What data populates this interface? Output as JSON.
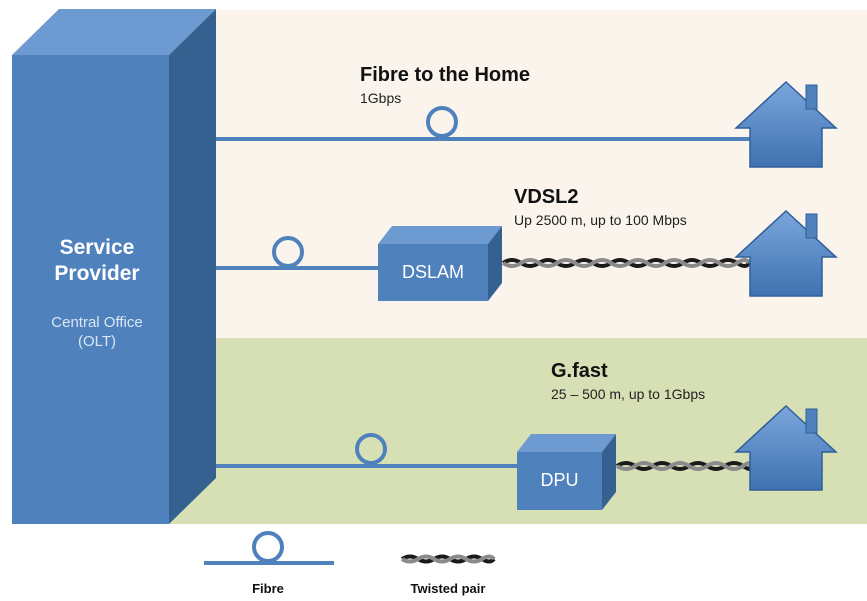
{
  "provider": {
    "title_line1": "Service",
    "title_line2": "Provider",
    "subtitle_line1": "Central Office",
    "subtitle_line2": "(OLT)"
  },
  "ftth": {
    "title": "Fibre to the Home",
    "speed": "1Gbps"
  },
  "vdsl": {
    "title": "VDSL2",
    "detail": "Up 2500 m, up to 100 Mbps",
    "box_label": "DSLAM"
  },
  "gfast": {
    "title": "G.fast",
    "detail": "25 – 500 m, up to 1Gbps",
    "box_label": "DPU"
  },
  "legend": {
    "fibre_label": "Fibre",
    "twisted_label": "Twisted pair"
  },
  "colors": {
    "blue": "#4f81bd",
    "blue_dark": "#34618f",
    "blue_light": "#6d9ad1",
    "top_band": "#faf4ec",
    "bottom_band": "#d6e0b4"
  }
}
